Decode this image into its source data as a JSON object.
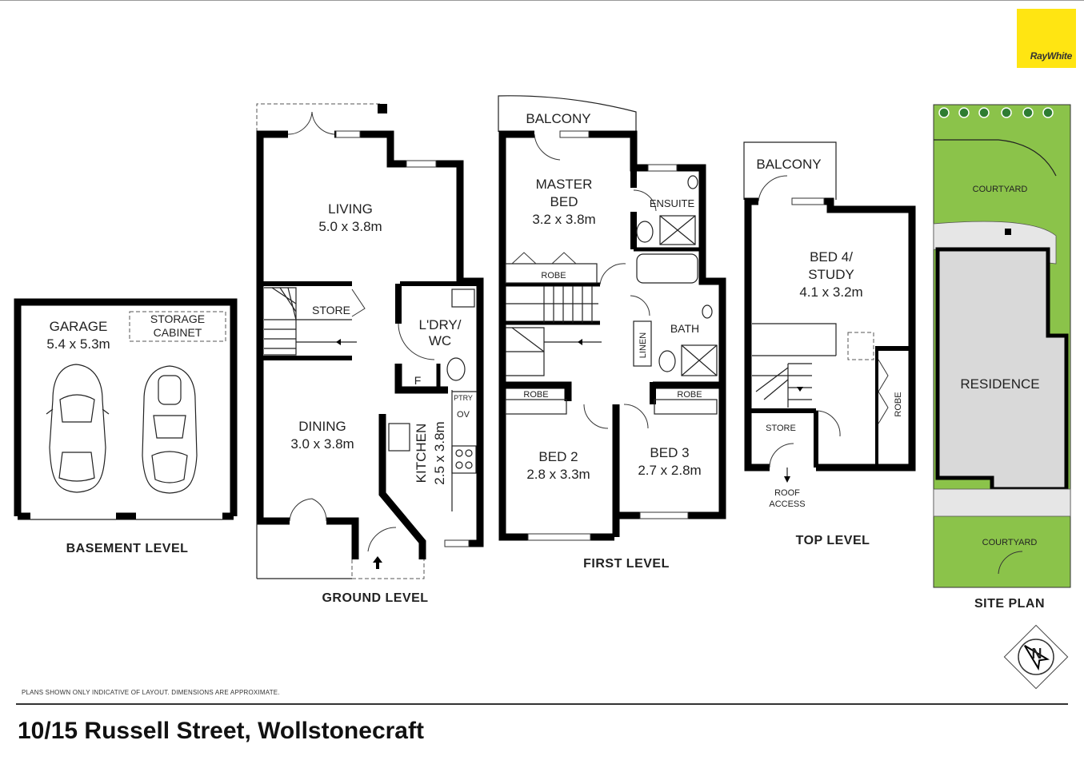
{
  "brand": {
    "name": "RayWhite",
    "color": "#ffe512"
  },
  "address": "10/15 Russell Street, Wollstonecraft",
  "disclaimer": "PLANS SHOWN ONLY INDICATIVE OF LAYOUT.  DIMENSIONS ARE APPROXIMATE.",
  "levels": {
    "basement": "BASEMENT LEVEL",
    "ground": "GROUND LEVEL",
    "first": "FIRST LEVEL",
    "top": "TOP LEVEL",
    "site": "SITE PLAN"
  },
  "rooms": {
    "garage": {
      "name": "GARAGE",
      "size": "5.4 x 5.3m"
    },
    "storage_cabinet": [
      "STORAGE",
      "CABINET"
    ],
    "living": {
      "name": "LIVING",
      "size": "5.0 x 3.8m"
    },
    "store_ground": "STORE",
    "laundry": [
      "L'DRY/",
      "WC"
    ],
    "f": "F",
    "ptry": "PTRY",
    "ov": "OV",
    "dining": {
      "name": "DINING",
      "size": "3.0 x 3.8m"
    },
    "kitchen": {
      "name": "KITCHEN",
      "size": "2.5 x 3.8m"
    },
    "balcony_first": "BALCONY",
    "master": {
      "name": [
        "MASTER",
        "BED"
      ],
      "size": "3.2 x 3.8m"
    },
    "ensuite": "ENSUITE",
    "robe_master": "ROBE",
    "bath": "BATH",
    "linen": "LINEN",
    "robe_bed2": "ROBE",
    "robe_bed3": "ROBE",
    "bed2": {
      "name": "BED 2",
      "size": "2.8 x 3.3m"
    },
    "bed3": {
      "name": "BED 3",
      "size": "2.7 x 2.8m"
    },
    "balcony_top": "BALCONY",
    "bed4": {
      "name": [
        "BED 4/",
        "STUDY"
      ],
      "size": "4.1 x 3.2m"
    },
    "store_top": "STORE",
    "robe_top": "ROBE",
    "roof_access": [
      "ROOF",
      "ACCESS"
    ],
    "courtyard_top": "COURTYARD",
    "residence": "RESIDENCE",
    "courtyard_bottom": "COURTYARD"
  },
  "colors": {
    "wall": "#000000",
    "grass": "#8bc34a",
    "residence": "#d9d9d9",
    "paving": "#e6e6e6",
    "tree": "#2e7d32"
  },
  "compass": "N"
}
